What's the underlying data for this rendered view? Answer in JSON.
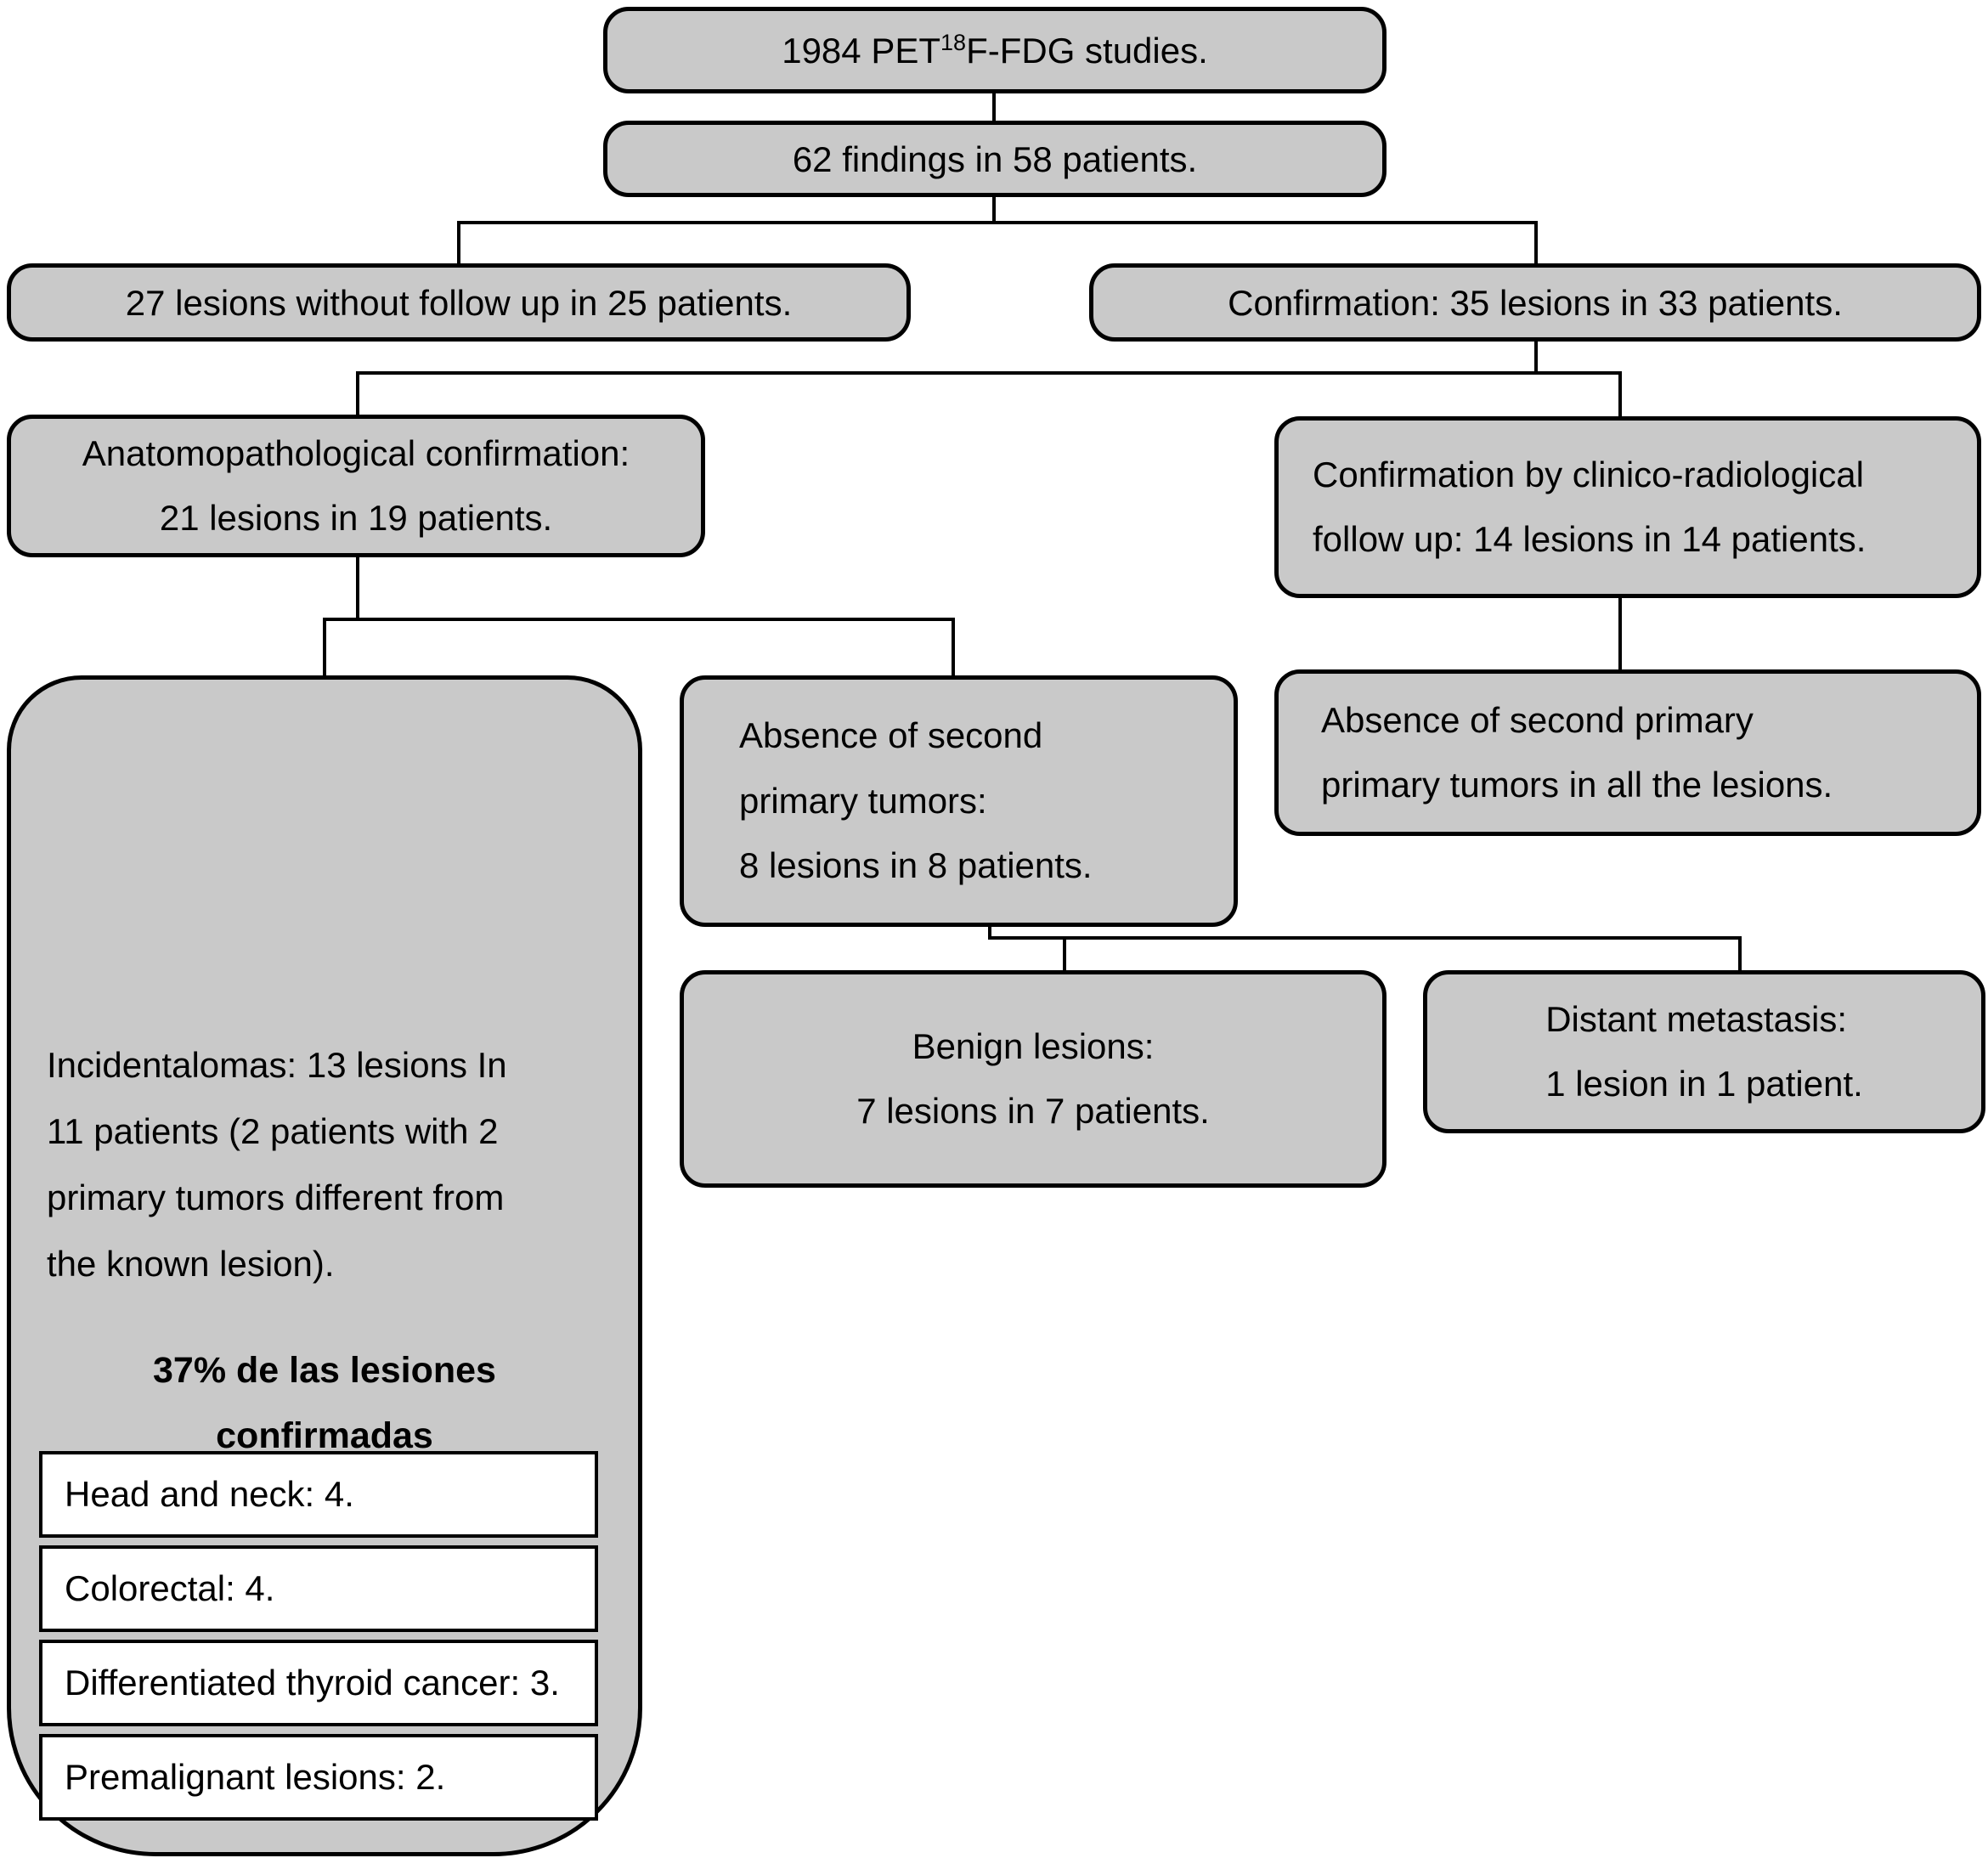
{
  "diagram": {
    "title": "PET 18F-FDG incidental findings flowchart",
    "colors": {
      "page_bg": "#ffffff",
      "box_fill": "#c9c9c9",
      "item_fill": "#ffffff",
      "line_color": "#000000"
    },
    "nodes": {
      "studies": {
        "prefix": "1984 PET",
        "superscript": "18",
        "suffix": "F-FDG studies."
      },
      "findings": {
        "label": "62 findings in 58 patients."
      },
      "no_followup": {
        "label": "27 lesions without follow up in 25 patients."
      },
      "confirmation": {
        "label": "Confirmation: 35 lesions in 33 patients."
      },
      "anatomopathological": {
        "line1": "Anatomopathological confirmation:",
        "line2": "21 lesions in 19 patients."
      },
      "clinico_radiological": {
        "line1": "Confirmation by clinico-radiological",
        "line2": "follow up: 14 lesions in 14 patients."
      },
      "absence_second_primary": {
        "line1": "Absence of second",
        "line2": "primary tumors:",
        "line3": "8 lesions in 8 patients."
      },
      "absence_all_lesions": {
        "line1": "Absence of second primary",
        "line2": "primary tumors in all the lesions."
      },
      "benign": {
        "line1": "Benign lesions:",
        "line2": "7 lesions in 7 patients."
      },
      "distant_metastasis": {
        "line1": "Distant metastasis:",
        "line2": "1 lesion in 1 patient."
      },
      "incidentalomas": {
        "paragraph": "Incidentalomas: 13 lesions In 11 patients (2 patients with 2 primary tumors different from the known lesion).",
        "highlight": "37% de las lesiones confirmadas",
        "items": [
          "Head and neck: 4.",
          "Colorectal: 4.",
          "Differentiated thyroid cancer: 3.",
          "Premalignant lesions: 2."
        ]
      }
    }
  }
}
